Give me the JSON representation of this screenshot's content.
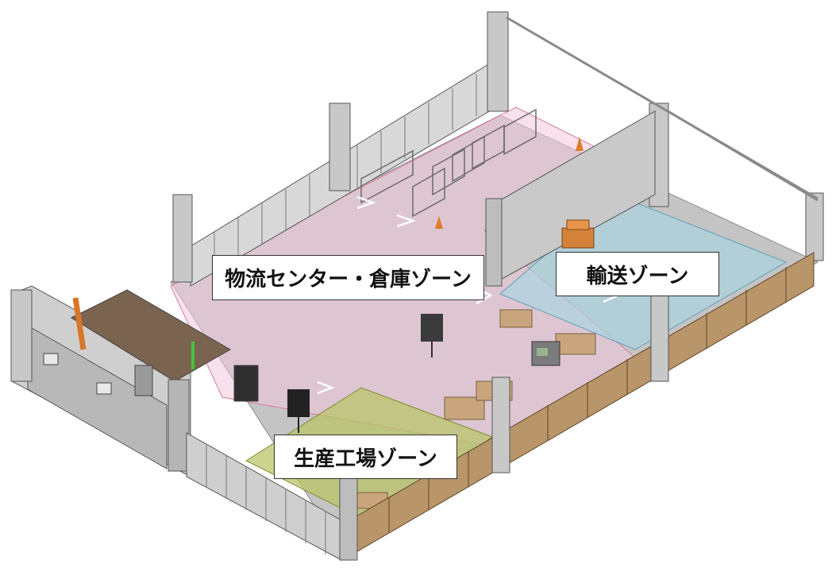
{
  "zones": {
    "logistics": {
      "label": "物流センター・倉庫ゾーン",
      "color": "#f3c9de"
    },
    "transport": {
      "label": "輸送ゾーン",
      "color": "#a9d6e3"
    },
    "factory": {
      "label": "生産工場ゾーン",
      "color": "#b9c46a"
    }
  },
  "colors": {
    "wall": "#d2d2d2",
    "wall_shade": "#a9a9a9",
    "fence_wood": "#b9956a",
    "pillar": "#c8c8c8",
    "floor": "#bdbdbd",
    "accent_orange": "#e07b2a",
    "accent_green": "#45c23a"
  }
}
